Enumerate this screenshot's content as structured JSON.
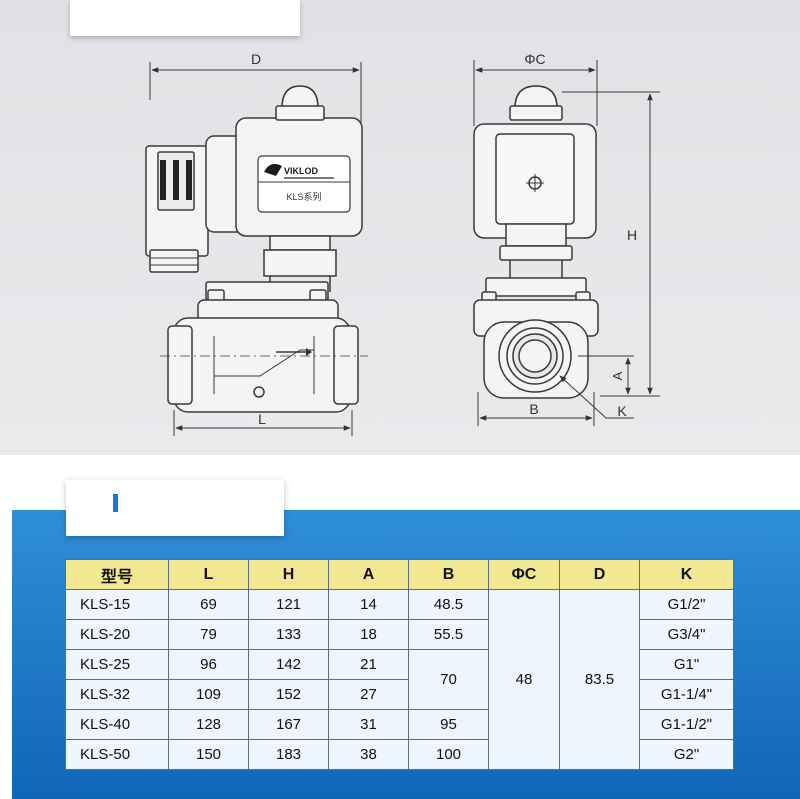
{
  "brand": {
    "logo_text": "VIKLOD",
    "series_label": "KLS系列"
  },
  "diagram": {
    "front_view": {
      "width_label": "D",
      "length_label": "L"
    },
    "side_view": {
      "diameter_label": "ΦC",
      "height_label": "H",
      "port_height_label": "A",
      "base_width_label": "B",
      "thread_label": "K"
    }
  },
  "table": {
    "headers": [
      "型号",
      "L",
      "H",
      "A",
      "B",
      "ΦC",
      "D",
      "K"
    ],
    "rows": [
      {
        "model": "KLS-15",
        "L": "69",
        "H": "121",
        "A": "14",
        "B": "48.5",
        "K": "G1/2\""
      },
      {
        "model": "KLS-20",
        "L": "79",
        "H": "133",
        "A": "18",
        "B": "55.5",
        "K": "G3/4\""
      },
      {
        "model": "KLS-25",
        "L": "96",
        "H": "142",
        "A": "21",
        "K": "G1\""
      },
      {
        "model": "KLS-32",
        "L": "109",
        "H": "152",
        "A": "27",
        "K": "G1-1/4\""
      },
      {
        "model": "KLS-40",
        "L": "128",
        "H": "167",
        "A": "31",
        "B": "95",
        "K": "G1-1/2\""
      },
      {
        "model": "KLS-50",
        "L": "150",
        "H": "183",
        "A": "38",
        "B": "100",
        "K": "G2\""
      }
    ],
    "merged": {
      "B_25_32": "70",
      "C_all": "48",
      "D_all": "83.5"
    }
  },
  "colors": {
    "panel_blue": "#1a74c6",
    "header_yellow": "#f1e891",
    "cell_fill": "#eef5fd",
    "line": "#333333"
  }
}
